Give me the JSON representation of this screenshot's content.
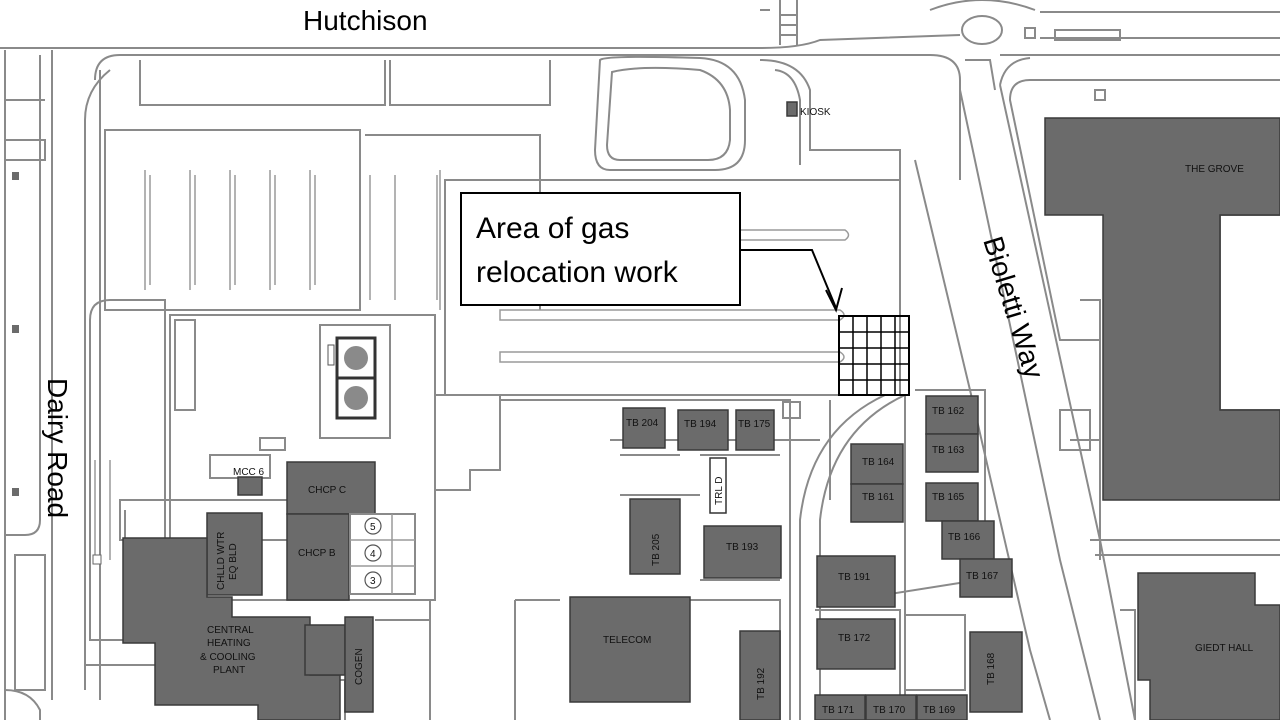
{
  "roads": {
    "hutchison": "Hutchison",
    "dairy_road": "Dairy Road",
    "bioletti_way": "Bioletti Way"
  },
  "callout": {
    "line1": "Area of gas",
    "line2": "relocation work"
  },
  "buildings": {
    "kiosk": "KIOSK",
    "the_grove": "THE GROVE",
    "giedt_hall": "GIEDT HALL",
    "telecom": "TELECOM",
    "mcc6": "MCC 6",
    "chcp_c": "CHCP C",
    "chcp_b": "CHCP B",
    "chlld_line1": "CHLLD WTR",
    "chlld_line2": "EQ BLD",
    "central_line1": "CENTRAL",
    "central_line2": "HEATING",
    "central_line3": "& COOLING",
    "central_line4": "PLANT",
    "cogen": "COGEN",
    "trl_d": "TRL D",
    "tb204": "TB 204",
    "tb194": "TB 194",
    "tb175": "TB 175",
    "tb205": "TB 205",
    "tb193": "TB 193",
    "tb192": "TB 192",
    "tb164": "TB 164",
    "tb161": "TB 161",
    "tb162": "TB 162",
    "tb163": "TB 163",
    "tb165": "TB 165",
    "tb166": "TB 166",
    "tb167": "TB 167",
    "tb191": "TB 191",
    "tb172": "TB 172",
    "tb168": "TB 168",
    "tb171": "TB 171",
    "tb170": "TB 170",
    "tb169": "TB 169"
  },
  "boiler_numbers": {
    "n5": "5",
    "n4": "4",
    "n3": "3"
  }
}
